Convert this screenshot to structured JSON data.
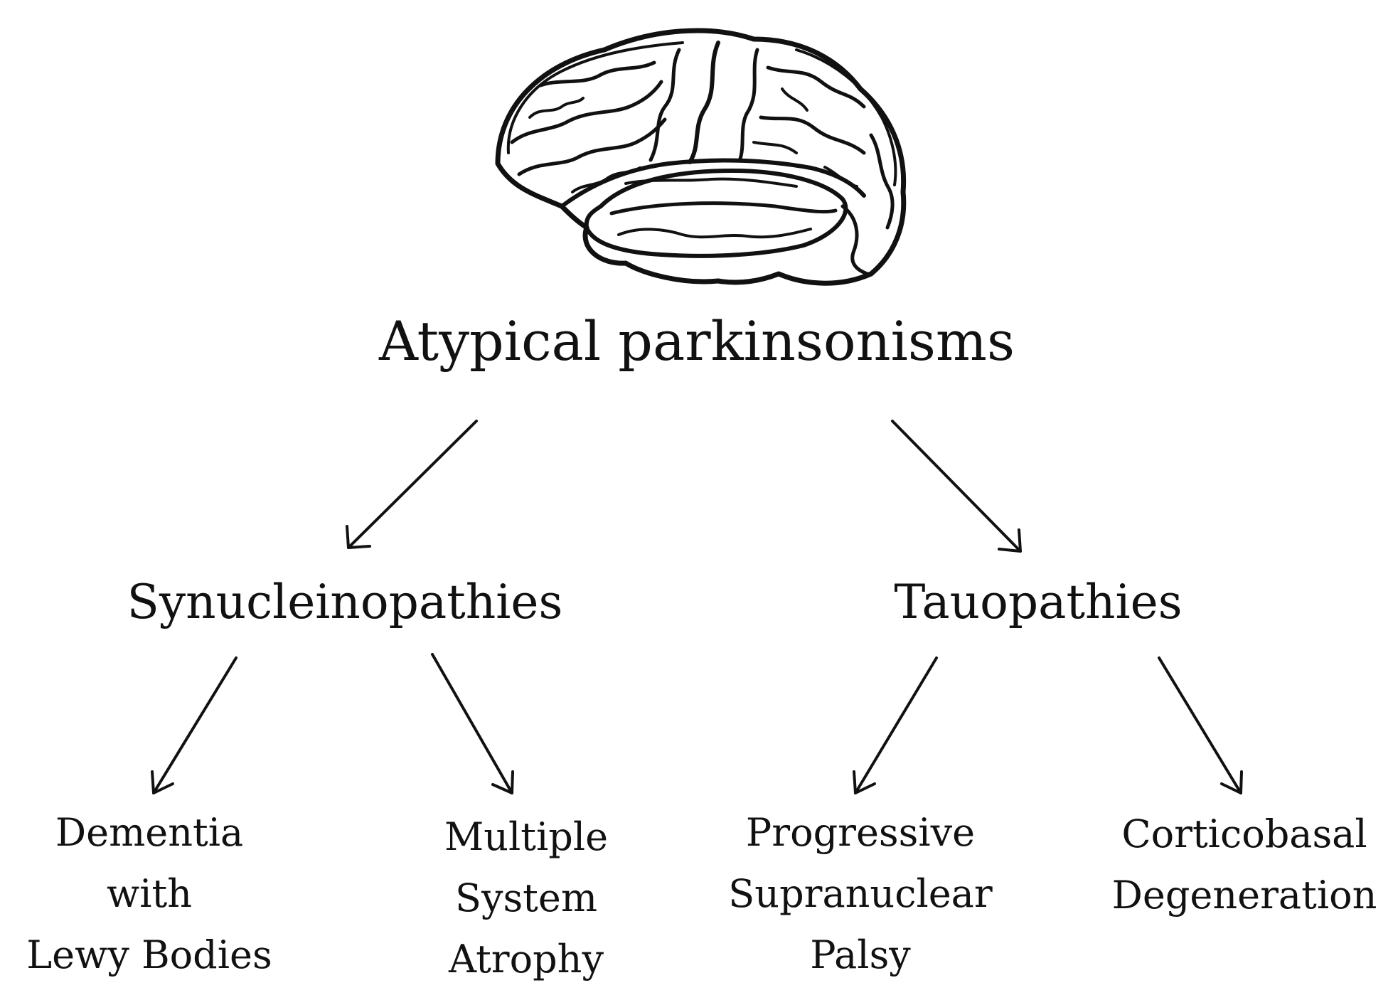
{
  "diagram": {
    "root": {
      "label": "Atypical parkinsonisms",
      "icon": "brain-illustration"
    },
    "branches": [
      {
        "label": "Synucleinopathies",
        "leaves": [
          {
            "lines": [
              "Dementia",
              "with",
              "Lewy Bodies"
            ]
          },
          {
            "lines": [
              "Multiple",
              "System",
              "Atrophy"
            ]
          }
        ]
      },
      {
        "label": "Tauopathies",
        "leaves": [
          {
            "lines": [
              "Progressive",
              "Supranuclear",
              "Palsy"
            ]
          },
          {
            "lines": [
              "Corticobasal",
              "Degeneration"
            ]
          }
        ]
      }
    ],
    "colors": {
      "ink": "#111111",
      "background": "#ffffff"
    }
  }
}
